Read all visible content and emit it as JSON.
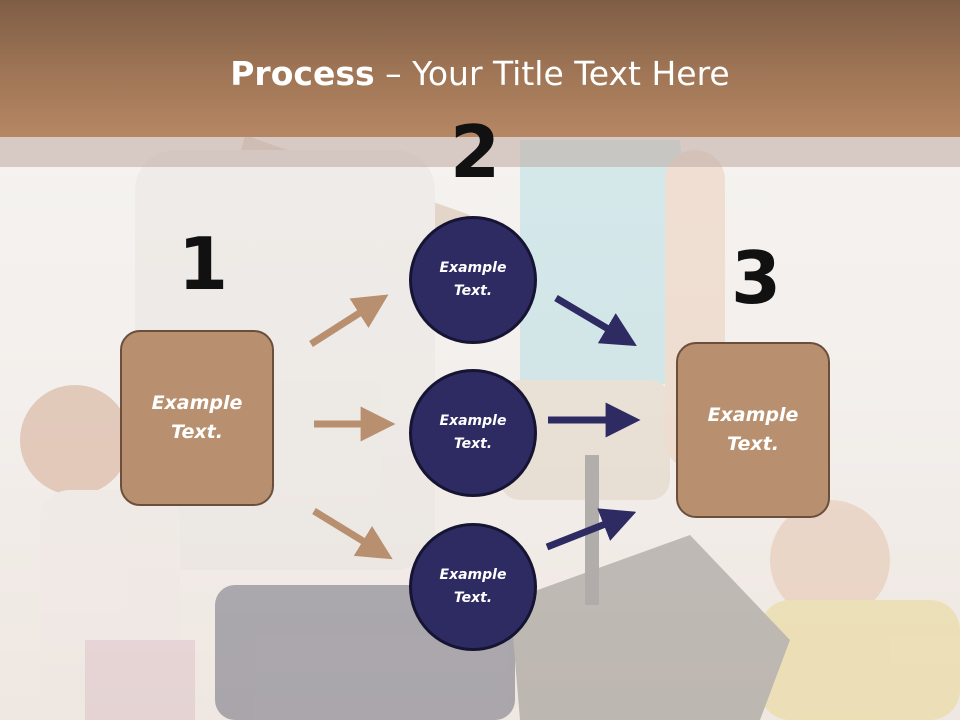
{
  "title": {
    "bold": "Process",
    "rest": " – Your Title Text Here"
  },
  "steps": [
    {
      "number": "1",
      "text": "Example\nText."
    },
    {
      "number": "2",
      "items": [
        "Example\nText.",
        "Example\nText.",
        "Example\nText."
      ]
    },
    {
      "number": "3",
      "text": "Example\nText."
    }
  ],
  "colors": {
    "header": "#a07656",
    "box_fill": "#b8906f",
    "circle_fill": "#2e2b63",
    "arrow_brown": "#b8906f",
    "arrow_navy": "#2e2b63"
  }
}
